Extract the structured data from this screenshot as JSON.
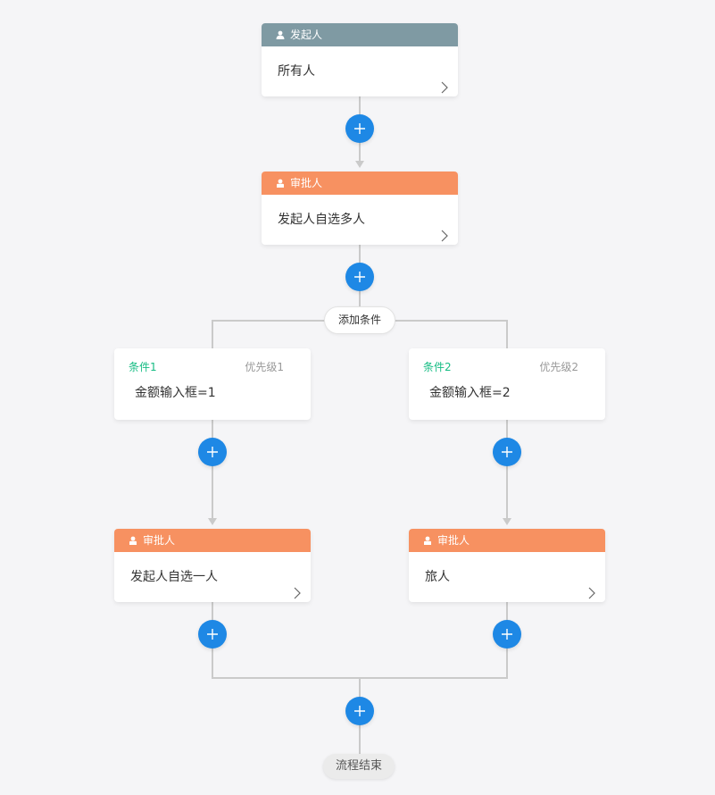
{
  "colors": {
    "initiator_header": "#7f9aa3",
    "approver_header": "#f79161",
    "add_button": "#1e88e5",
    "condition_title": "#15bc83",
    "connector": "#cacaca"
  },
  "initiator": {
    "header_label": "发起人",
    "icon": "user-icon",
    "body_text": "所有人"
  },
  "approver_top": {
    "header_label": "审批人",
    "icon": "approver-icon",
    "body_text": "发起人自选多人"
  },
  "add_condition_label": "添加条件",
  "branches": [
    {
      "condition": {
        "title": "条件1",
        "priority": "优先级1",
        "content": "金额输入框=1"
      },
      "approver": {
        "header_label": "审批人",
        "icon": "approver-icon",
        "body_text": "发起人自选一人"
      }
    },
    {
      "condition": {
        "title": "条件2",
        "priority": "优先级2",
        "content": "金额输入框=2"
      },
      "approver": {
        "header_label": "审批人",
        "icon": "approver-icon",
        "body_text": "旅人"
      }
    }
  ],
  "add_button_icon": "plus-icon",
  "chevron_icon": "chevron-right-icon",
  "end_label": "流程结束"
}
